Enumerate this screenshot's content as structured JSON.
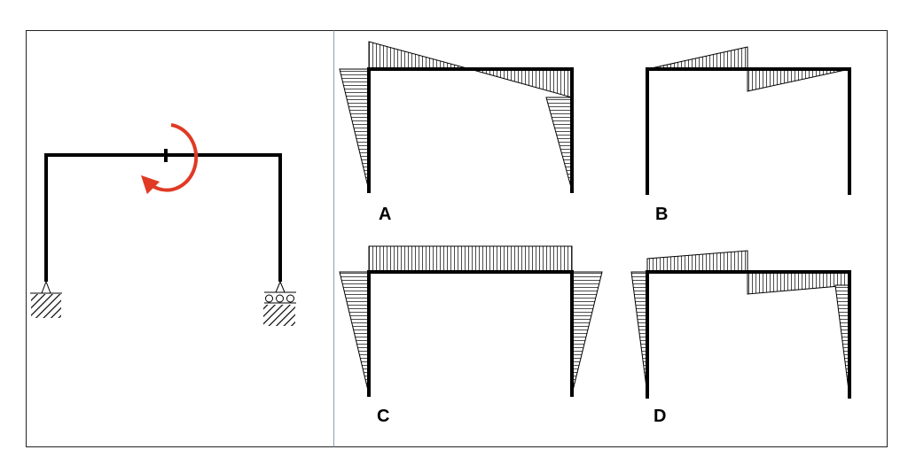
{
  "diagram": {
    "labels": {
      "a": "A",
      "b": "B",
      "c": "C",
      "d": "D"
    },
    "colors": {
      "frame": "#000000",
      "moment_arrow": "#e03a24",
      "hatch": "#000000",
      "border": "#222222",
      "divider": "#8aa0b8"
    },
    "icons": {
      "applied_moment": "curved-arrow-icon",
      "pinned_support": "pin-support-icon",
      "roller_support": "roller-support-icon"
    }
  }
}
